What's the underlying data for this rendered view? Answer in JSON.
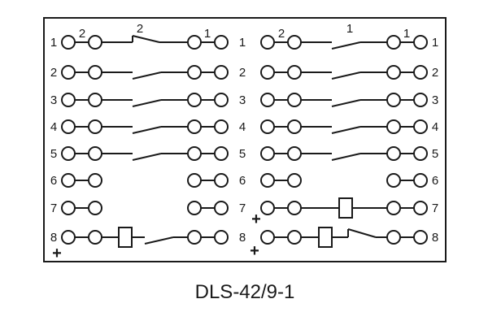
{
  "caption": "DLS-42/9-1",
  "left_section": {
    "row_numbers": [
      "1",
      "2",
      "3",
      "4",
      "5",
      "6",
      "7",
      "8"
    ],
    "contact_labels": {
      "moving": "2",
      "fixed": "1",
      "terminal_a": "2",
      "terminal_b": "1"
    },
    "plus_mark": "+"
  },
  "right_section": {
    "row_numbers_left": [
      "1",
      "2",
      "3",
      "4",
      "5",
      "6",
      "7",
      "8"
    ],
    "row_numbers_right": [
      "1",
      "2",
      "3",
      "4",
      "5",
      "6",
      "7",
      "8"
    ],
    "contact_labels": {
      "top": "1",
      "terminal_a": "2",
      "terminal_b": "1"
    },
    "plus_marks": [
      "+",
      "+"
    ]
  }
}
